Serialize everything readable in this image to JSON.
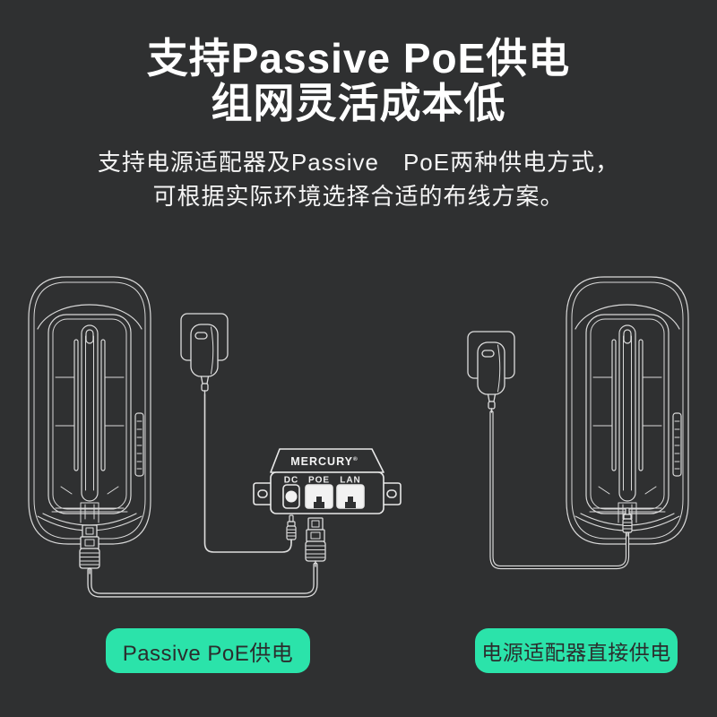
{
  "colors": {
    "background": "#2f3031",
    "accent_teal": "#2be3aa",
    "line_art": "#dedede",
    "title_text": "#ffffff",
    "caption_text": "#2b2d2d"
  },
  "header": {
    "title_line_1": "支持Passive PoE供电",
    "title_line_2": "组网灵活成本低",
    "subtitle_line_1": "支持电源适配器及Passive　PoE两种供电方式，",
    "subtitle_line_2": "可根据实际环境选择合适的布线方案。"
  },
  "diagram": {
    "poe_injector": {
      "brand": "MERCURY",
      "registered_mark": "®",
      "port_labels": [
        "DC",
        "POE",
        "LAN"
      ]
    },
    "captions": {
      "left": "Passive PoE供电",
      "right": "电源适配器直接供电"
    }
  }
}
